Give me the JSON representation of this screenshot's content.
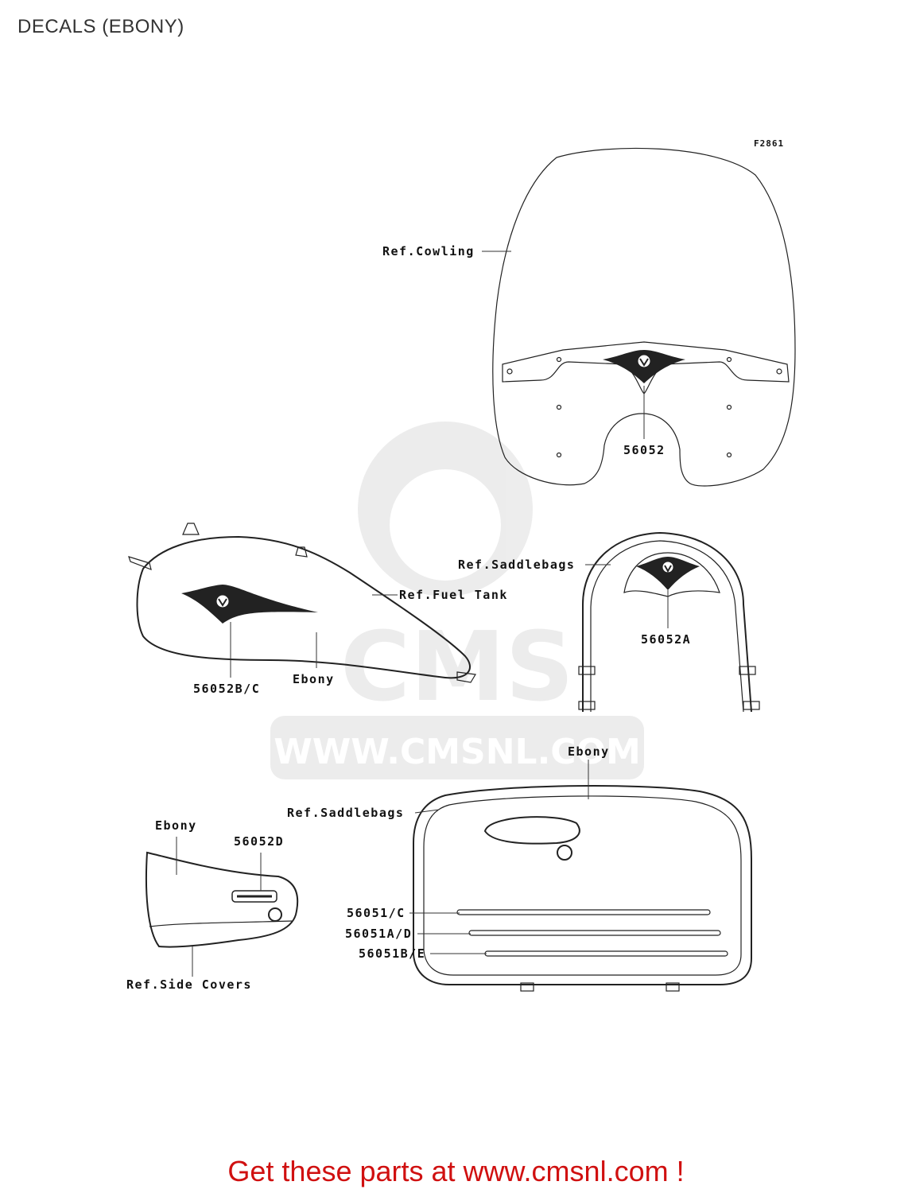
{
  "title": "DECALS (EBONY)",
  "figure_code": "F2861",
  "watermark": {
    "brand": "CMS",
    "url": "WWW.CMSNL.COM"
  },
  "labels": {
    "ref_cowling": "Ref.Cowling",
    "part_56052": "56052",
    "ref_saddlebags_top": "Ref.Saddlebags",
    "ref_fuel_tank": "Ref.Fuel Tank",
    "part_56052a": "56052A",
    "part_56052bc": "56052B/C",
    "ebony_tank": "Ebony",
    "ebony_bag": "Ebony",
    "ref_saddlebags_bottom": "Ref.Saddlebags",
    "ebony_side": "Ebony",
    "part_56052d": "56052D",
    "part_56051c": "56051/C",
    "part_56051ad": "56051A/D",
    "part_56051be": "56051B/E",
    "ref_side_covers": "Ref.Side Covers"
  },
  "footer": {
    "text": "Get these parts at www.cmsnl.com !",
    "color": "#d01010"
  }
}
